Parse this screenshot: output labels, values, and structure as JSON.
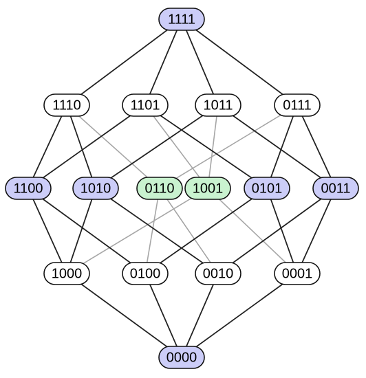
{
  "colors": {
    "background": "#ffffff",
    "node_default": "#ffffff",
    "node_blue": "#cccdf8",
    "node_green": "#c9f2cf",
    "edge_dark": "#222222",
    "edge_light": "#a6a6a6",
    "node_stroke": "#111111"
  },
  "nodes": [
    {
      "id": "1111",
      "label": "1111",
      "fill": "blue"
    },
    {
      "id": "1110",
      "label": "1110",
      "fill": "default"
    },
    {
      "id": "1101",
      "label": "1101",
      "fill": "default"
    },
    {
      "id": "1011",
      "label": "1011",
      "fill": "default"
    },
    {
      "id": "0111",
      "label": "0111",
      "fill": "default"
    },
    {
      "id": "1100",
      "label": "1100",
      "fill": "blue"
    },
    {
      "id": "1010",
      "label": "1010",
      "fill": "blue"
    },
    {
      "id": "0110",
      "label": "0110",
      "fill": "green"
    },
    {
      "id": "1001",
      "label": "1001",
      "fill": "green"
    },
    {
      "id": "0101",
      "label": "0101",
      "fill": "blue"
    },
    {
      "id": "0011",
      "label": "0011",
      "fill": "blue"
    },
    {
      "id": "1000",
      "label": "1000",
      "fill": "default"
    },
    {
      "id": "0100",
      "label": "0100",
      "fill": "default"
    },
    {
      "id": "0010",
      "label": "0010",
      "fill": "default"
    },
    {
      "id": "0001",
      "label": "0001",
      "fill": "default"
    },
    {
      "id": "0000",
      "label": "0000",
      "fill": "blue"
    }
  ],
  "edges": [
    {
      "from": "1111",
      "to": "1110",
      "tone": "dark"
    },
    {
      "from": "1111",
      "to": "1101",
      "tone": "dark"
    },
    {
      "from": "1111",
      "to": "1011",
      "tone": "dark"
    },
    {
      "from": "1111",
      "to": "0111",
      "tone": "dark"
    },
    {
      "from": "1110",
      "to": "1100",
      "tone": "dark"
    },
    {
      "from": "1110",
      "to": "1010",
      "tone": "dark"
    },
    {
      "from": "1110",
      "to": "0110",
      "tone": "light"
    },
    {
      "from": "1101",
      "to": "1100",
      "tone": "dark"
    },
    {
      "from": "1101",
      "to": "1001",
      "tone": "light"
    },
    {
      "from": "1101",
      "to": "0101",
      "tone": "dark"
    },
    {
      "from": "1011",
      "to": "1010",
      "tone": "dark"
    },
    {
      "from": "1011",
      "to": "1001",
      "tone": "light"
    },
    {
      "from": "1011",
      "to": "0011",
      "tone": "dark"
    },
    {
      "from": "0111",
      "to": "0110",
      "tone": "light"
    },
    {
      "from": "0111",
      "to": "0101",
      "tone": "dark"
    },
    {
      "from": "0111",
      "to": "0011",
      "tone": "dark"
    },
    {
      "from": "1100",
      "to": "1000",
      "tone": "dark"
    },
    {
      "from": "1100",
      "to": "0100",
      "tone": "dark"
    },
    {
      "from": "1010",
      "to": "1000",
      "tone": "dark"
    },
    {
      "from": "1010",
      "to": "0010",
      "tone": "dark"
    },
    {
      "from": "0110",
      "to": "0100",
      "tone": "light"
    },
    {
      "from": "0110",
      "to": "0010",
      "tone": "light"
    },
    {
      "from": "1001",
      "to": "1000",
      "tone": "light"
    },
    {
      "from": "1001",
      "to": "0001",
      "tone": "light"
    },
    {
      "from": "0101",
      "to": "0100",
      "tone": "dark"
    },
    {
      "from": "0101",
      "to": "0001",
      "tone": "dark"
    },
    {
      "from": "0011",
      "to": "0010",
      "tone": "dark"
    },
    {
      "from": "0011",
      "to": "0001",
      "tone": "dark"
    },
    {
      "from": "1000",
      "to": "0000",
      "tone": "dark"
    },
    {
      "from": "0100",
      "to": "0000",
      "tone": "dark"
    },
    {
      "from": "0010",
      "to": "0000",
      "tone": "dark"
    },
    {
      "from": "0001",
      "to": "0000",
      "tone": "dark"
    }
  ]
}
